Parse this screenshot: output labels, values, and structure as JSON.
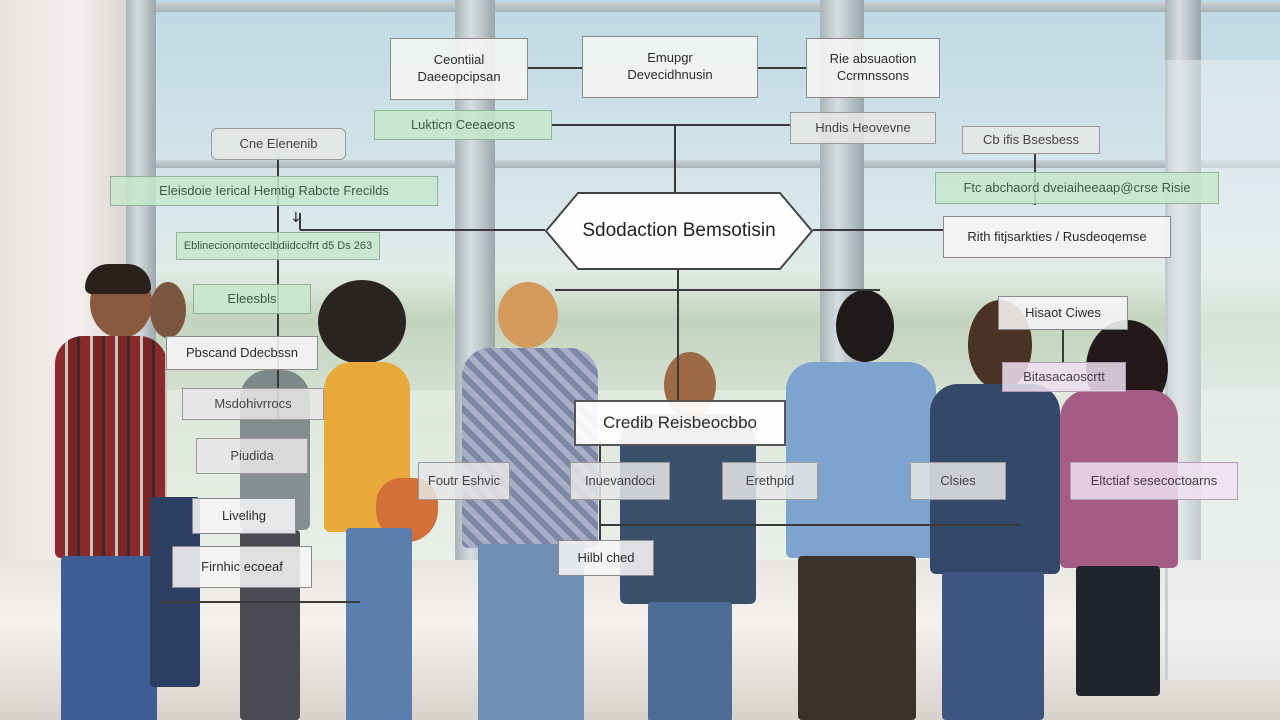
{
  "diagram": {
    "top_left": "Ceontiial\nDaeeopcipsan",
    "top_center": "Emupgr\nDevecidhnusin",
    "top_right": "Rie absuaotion\nCcrmnssons",
    "green_top_left": "Lukticn Ceeaeons",
    "gray_top_right": "Hndis Heovevne",
    "left_1": "Cne Elenenib",
    "right_1": "Cb ifis Bsesbess",
    "left_green_wide": "Eleisdoie Ierical Hemtig Rabcte Frecilds",
    "right_green_wide": "Ftc abchaord dveiaiheeaap@crse Risie",
    "left_green_2": "Eblinecionomtecclbdiidcclfrt d5 Ds 263",
    "center": "Sdodaction Bemsotisin",
    "right_2": "Rith fitjsarkties / Rusdeoqemse",
    "left_green_3": "Eleesbls",
    "right_3": "Hisaot Ciwes",
    "left_4": "Pbscand Ddecbssn",
    "right_4": "Bitasacaoscrtt",
    "left_5": "Msdohivrrocs",
    "mid": "Credib Reisbeocbbo",
    "left_6": "Piudida",
    "row_1": "Foutr Eshvic",
    "row_2": "Inuevandoci",
    "row_3": "Erethpid",
    "row_4": "Clsies",
    "row_5": "Eltctiaf sesecoctoarns",
    "left_7": "Livelihg",
    "bottom_mid": "Hilbl ched",
    "left_8": "Firnhic ecoeaf"
  }
}
